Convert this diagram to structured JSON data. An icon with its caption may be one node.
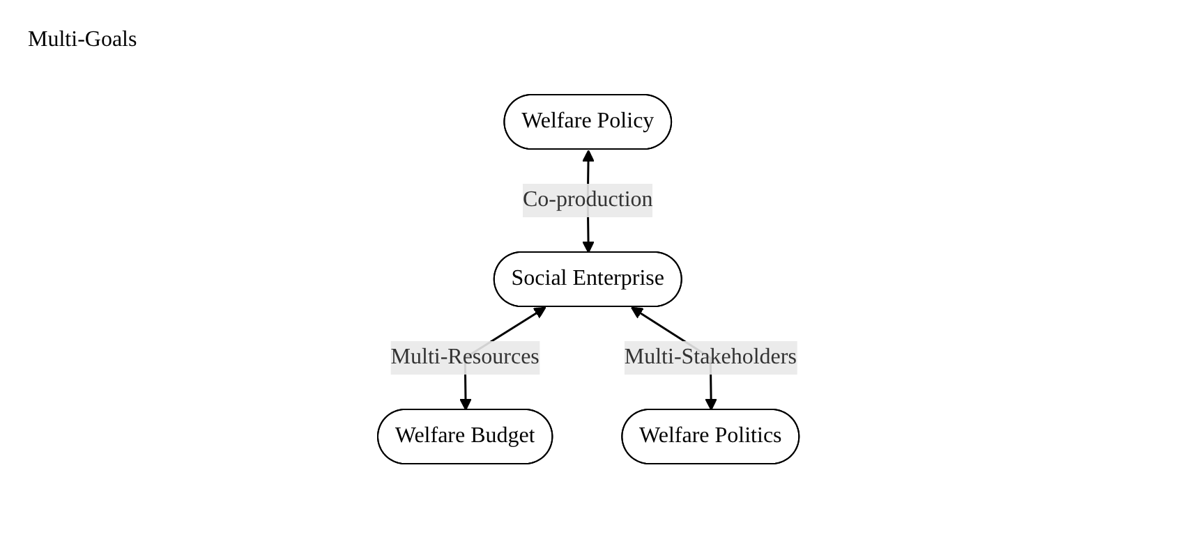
{
  "diagram": {
    "nodes": [
      {
        "text": [
          "Welfare Policy"
        ]
      },
      {
        "text": [
          "Social Enterprise"
        ]
      },
      {
        "text": [
          "Welfare Budget"
        ]
      },
      {
        "text": [
          "Welfare Politics"
        ]
      }
    ],
    "edges": [
      {
        "from": 0,
        "to": 1,
        "arrow": "both",
        "label": "Co-production"
      },
      {
        "from": 1,
        "to": 2,
        "arrow": "both",
        "label": "Multi-Resources"
      },
      {
        "from": 1,
        "to": 3,
        "arrow": "both",
        "label": "Multi-Stakeholders"
      }
    ],
    "labels": [
      "Multi-Goals"
    ]
  }
}
